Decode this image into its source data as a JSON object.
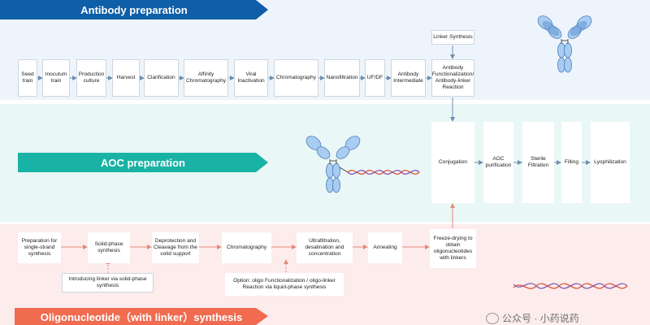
{
  "banners": {
    "antibody": "Antibody preparation",
    "aoc": "AOC preparation",
    "oligo": "Oligonucleotide（with linker）synthesis"
  },
  "antibody_steps": [
    "Seed train",
    "Inoculum train",
    "Production culture",
    "Harvest",
    "Clarification",
    "Affinity Chromatography",
    "Viral Inactivation",
    "Chromatography",
    "Nanofiltration",
    "UF/DF",
    "Antibody Intermediate",
    "Antibody Functionalization/ Antibody-linker Reaction"
  ],
  "linker_synthesis": "Linker Synthesis",
  "aoc_steps": [
    "Conjugation",
    "AOC purification",
    "Sterile Filtration",
    "Filling",
    "Lyophilization"
  ],
  "oligo_steps": [
    "Preparation for single-strand synthesis",
    "Solid-phase synthesis",
    "Deprotection and Cleavage from the solid support",
    "Chromatography",
    "Ultrafiltration, desalination and concentration",
    "Annealing",
    "Freeze-drying to obtain oligonucleotides with linkers"
  ],
  "introducing_linker": "Introducing linker via solid-phase synthesis",
  "option_text": "Option: oligo Functionalization / oligo-linker Reaction via liquid-phase synthesis",
  "watermark": "公众号 · 小药说药",
  "colors": {
    "antibody_banner": "#0f5ea8",
    "aoc_banner": "#19b3a6",
    "oligo_banner": "#f06b4f",
    "antibody_light": "#a9cdf0",
    "antibody_dark": "#5a8fd0",
    "dna_red": "#e05a3a",
    "dna_purple": "#8a5bb0"
  }
}
